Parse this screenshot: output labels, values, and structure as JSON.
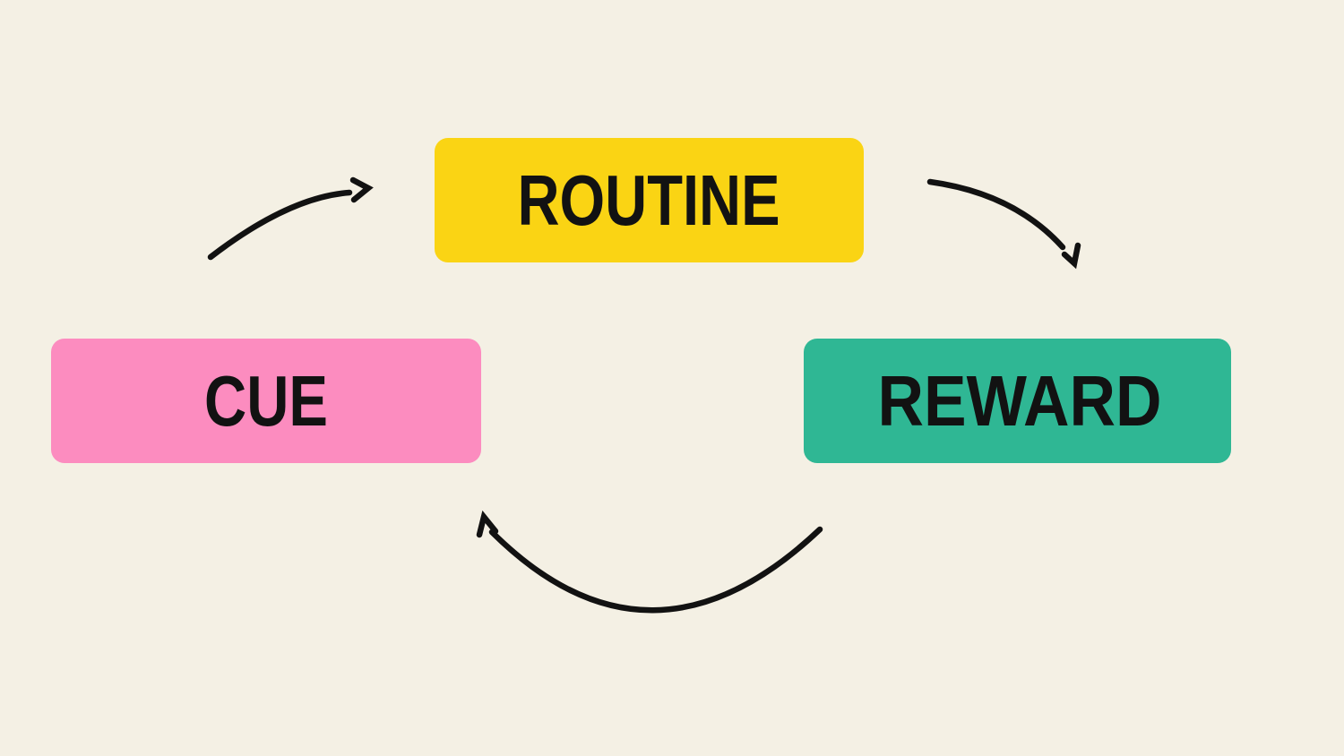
{
  "diagram": {
    "background_color": "#F4F0E4",
    "arrow_color": "#121212",
    "text_color": "#121212",
    "nodes": [
      {
        "id": "cue",
        "label": "CUE",
        "fill": "#FC8CBF"
      },
      {
        "id": "routine",
        "label": "ROUTINE",
        "fill": "#FAD414"
      },
      {
        "id": "reward",
        "label": "REWARD",
        "fill": "#2FB794"
      }
    ],
    "arrows": [
      {
        "from": "cue",
        "to": "routine"
      },
      {
        "from": "routine",
        "to": "reward"
      },
      {
        "from": "reward",
        "to": "cue"
      }
    ]
  }
}
